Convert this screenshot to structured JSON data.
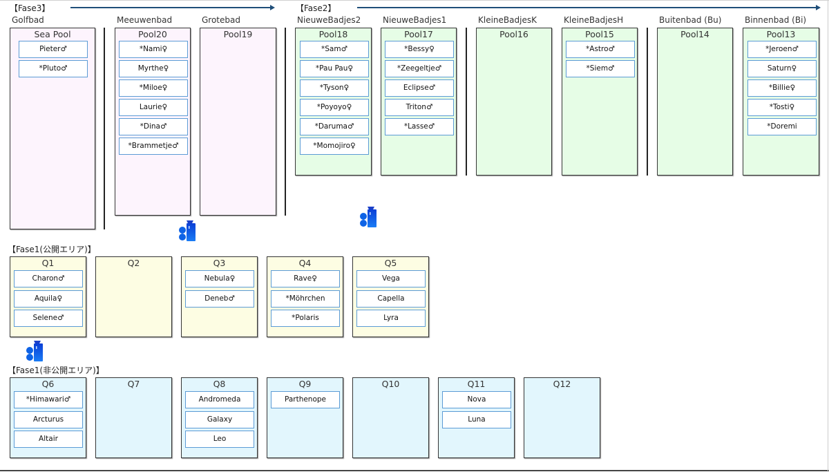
{
  "phases": {
    "fase3": "【Fase3】",
    "fase2": "【Fase2】",
    "fase1_public": "【Fase1(公開エリア)】",
    "fase1_private": "【Fase1(非公開エリア)】"
  },
  "colors": {
    "pink": "#fdf4fd",
    "green": "#e6fde6",
    "yellow": "#fdfde3",
    "blue": "#e2f6fd",
    "card_border": "#5b9bd5",
    "icon": "#0a5ce8"
  },
  "pools": [
    {
      "area": "Golfbad",
      "name": "Sea Pool",
      "animals": [
        "Pieter♂",
        "*Pluto♂"
      ]
    },
    {
      "area": "Meeuwenbad",
      "name": "Pool20",
      "animals": [
        "*Nami♀",
        "Myrthe♀",
        "*Miloe♀",
        "Laurie♀",
        "*Dina♂",
        "*Brammetje♂"
      ]
    },
    {
      "area": "Grotebad",
      "name": "Pool19",
      "animals": []
    },
    {
      "area": "NieuweBadjes2",
      "name": "Pool18",
      "animals": [
        "*Sam♂",
        "*Pau Pau♀",
        "*Tyson♀",
        "*Poyoyo♀",
        "*Daruma♂",
        "*Momojiro♀"
      ]
    },
    {
      "area": "NieuweBadjes1",
      "name": "Pool17",
      "animals": [
        "*Bessy♀",
        "*Zeegeltje♂",
        "Eclipse♂",
        "Triton♂",
        "*Lasse♂"
      ]
    },
    {
      "area": "KleineBadjesK",
      "name": "Pool16",
      "animals": []
    },
    {
      "area": "KleineBadjesH",
      "name": "Pool15",
      "animals": [
        "*Astro♂",
        "*Siem♂"
      ]
    },
    {
      "area": "Buitenbad (Bu)",
      "name": "Pool14",
      "animals": []
    },
    {
      "area": "Binnenbad (Bi)",
      "name": "Pool13",
      "animals": [
        "*Jeroen♂",
        "Saturn♀",
        "*Billie♀",
        "*Tosti♀",
        "*Doremi"
      ]
    }
  ],
  "public_areas": [
    {
      "name": "Q1",
      "animals": [
        "Charon♂",
        "Aquila♀",
        "Selene♂"
      ]
    },
    {
      "name": "Q2",
      "animals": []
    },
    {
      "name": "Q3",
      "animals": [
        "Nebula♀",
        "Deneb♂"
      ]
    },
    {
      "name": "Q4",
      "animals": [
        "Rave♀",
        "*Möhrchen",
        "*Polaris"
      ]
    },
    {
      "name": "Q5",
      "animals": [
        "Vega",
        "Capella",
        "Lyra"
      ]
    }
  ],
  "private_areas": [
    {
      "name": "Q6",
      "animals": [
        "*Himawari♂",
        "Arcturus",
        "Altair"
      ]
    },
    {
      "name": "Q7",
      "animals": []
    },
    {
      "name": "Q8",
      "animals": [
        "Andromeda",
        "Galaxy",
        "Leo"
      ]
    },
    {
      "name": "Q9",
      "animals": [
        "Parthenope"
      ]
    },
    {
      "name": "Q10",
      "animals": []
    },
    {
      "name": "Q11",
      "animals": [
        "Nova",
        "Luna"
      ]
    },
    {
      "name": "Q12",
      "animals": []
    }
  ],
  "icons": [
    "camera-icon",
    "camera-icon",
    "camera-icon"
  ]
}
